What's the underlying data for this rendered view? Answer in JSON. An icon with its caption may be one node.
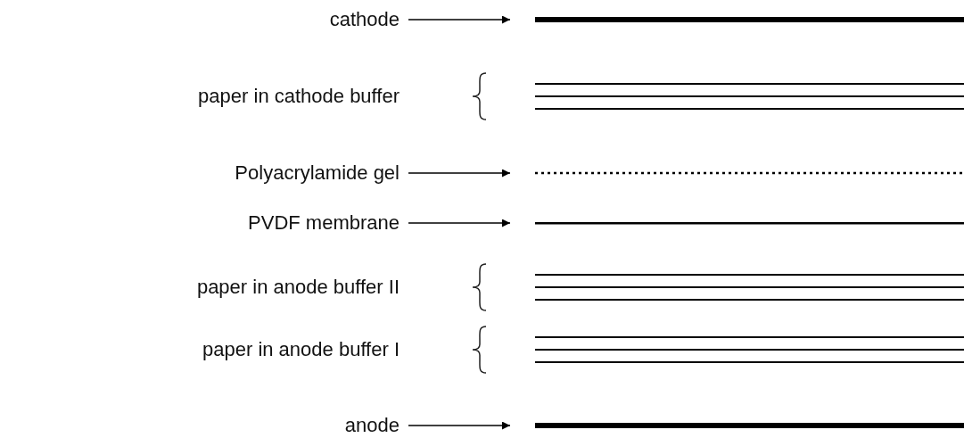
{
  "diagram": {
    "nodes": [
      {
        "text": [
          "cathode"
        ]
      },
      {
        "text": [],
        "shape": "bar"
      },
      {
        "text": [
          "paper in cathode buffer"
        ]
      },
      {
        "text": [],
        "shape": "bar"
      },
      {
        "text": [
          "Polyacrylamide gel"
        ]
      },
      {
        "text": [],
        "shape": "bar"
      },
      {
        "text": [
          "PVDF membrane"
        ]
      },
      {
        "text": [],
        "shape": "bar"
      },
      {
        "text": [
          "paper in anode buffer II"
        ]
      },
      {
        "text": [],
        "shape": "bar"
      },
      {
        "text": [
          "paper in anode buffer I"
        ]
      },
      {
        "text": [],
        "shape": "bar"
      },
      {
        "text": [
          "anode"
        ]
      },
      {
        "text": [],
        "shape": "bar"
      }
    ],
    "edges": [
      {
        "from": 0,
        "to": 1,
        "arrow": "to"
      },
      {
        "from": 4,
        "to": 5,
        "arrow": "to"
      },
      {
        "from": 6,
        "to": 7,
        "arrow": "to"
      },
      {
        "from": 12,
        "to": 13,
        "arrow": "to"
      }
    ]
  }
}
